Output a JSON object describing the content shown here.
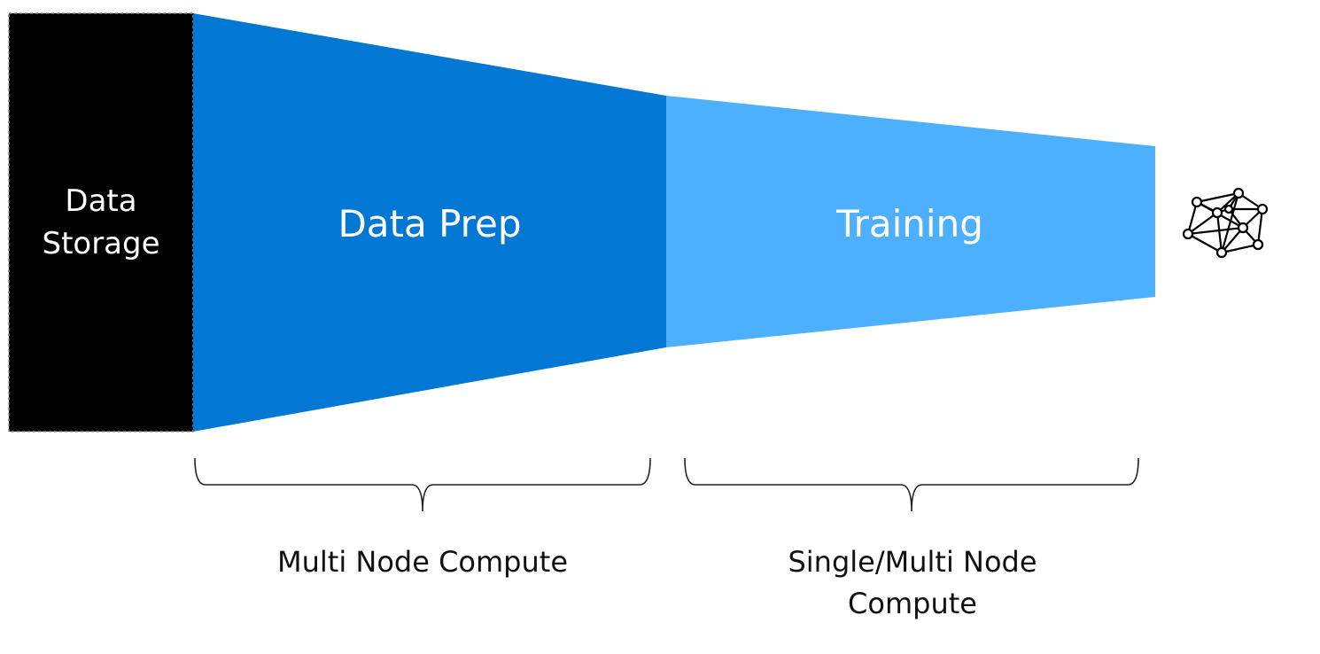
{
  "storage": {
    "line1": "Data",
    "line2": "Storage"
  },
  "stages": {
    "prep": {
      "label": "Data Prep"
    },
    "training": {
      "label": "Training"
    }
  },
  "captions": {
    "prep": "Multi Node Compute",
    "training_line1": "Single/Multi Node",
    "training_line2": "Compute"
  },
  "colors": {
    "storage": "#000000",
    "prep": "#0377D4",
    "training": "#4DB0FF"
  },
  "icons": {
    "model": "neural-network-icon"
  }
}
